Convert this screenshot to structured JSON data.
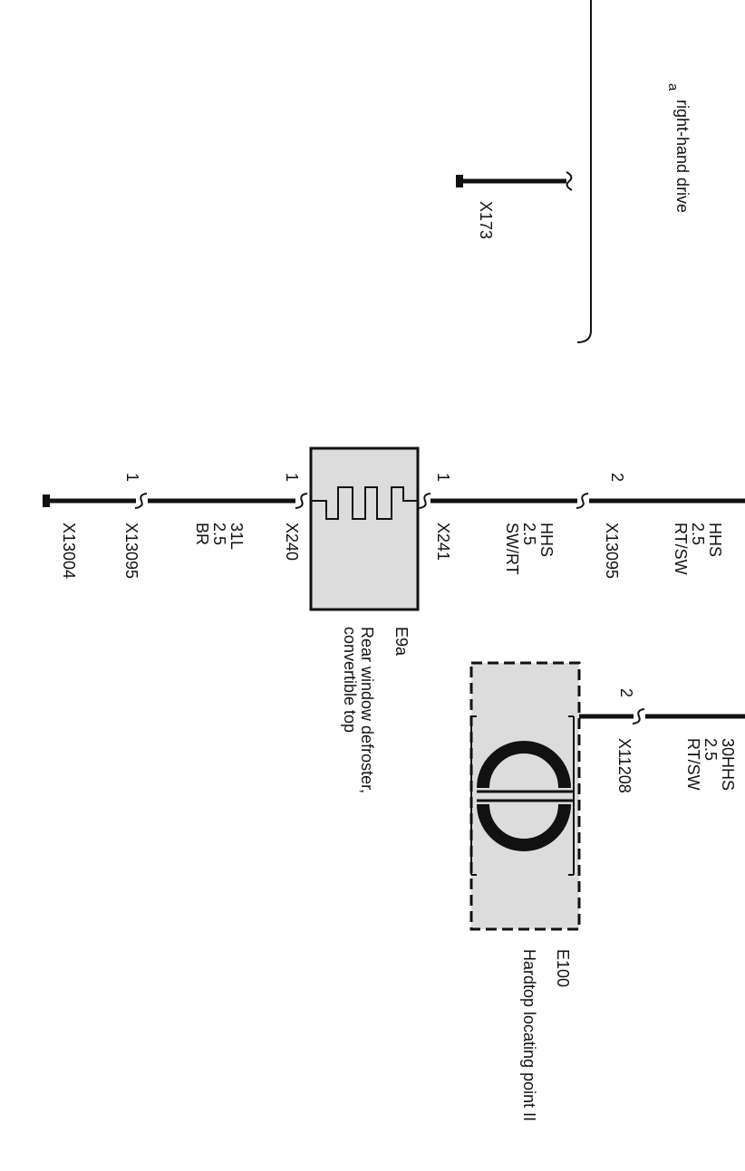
{
  "colors": {
    "wire": "#111111",
    "component_fill": "#dcdcdc",
    "outline": "#111111"
  },
  "notes": {
    "rhd": "right-hand drive",
    "rhd_mark": "a"
  },
  "connectors": {
    "x173": "X173",
    "x13095_top": "X13095",
    "x241": "X241",
    "x240": "X240",
    "x13095_bottom": "X13095",
    "x13004": "X13004",
    "x11208": "X11208"
  },
  "pins": {
    "x13095_top": "2",
    "x241": "1",
    "x240": "1",
    "x13095_bottom": "1",
    "x11208": "2"
  },
  "wires": {
    "w_top": {
      "signal": "HHS",
      "gauge": "2.5",
      "color": "RT/SW"
    },
    "w_mid": {
      "signal": "HHS",
      "gauge": "2.5",
      "color": "SW/RT"
    },
    "w_low": {
      "signal": "31L",
      "gauge": "2.5",
      "color": "BR"
    },
    "w_e100": {
      "signal": "30HHS",
      "gauge": "2.5",
      "color": "RT/SW"
    }
  },
  "components": {
    "e9a": {
      "id": "E9a",
      "name_line1": "Rear window defroster,",
      "name_line2": "convertible top"
    },
    "e100": {
      "id": "E100",
      "name": "Hardtop locating point II"
    }
  }
}
